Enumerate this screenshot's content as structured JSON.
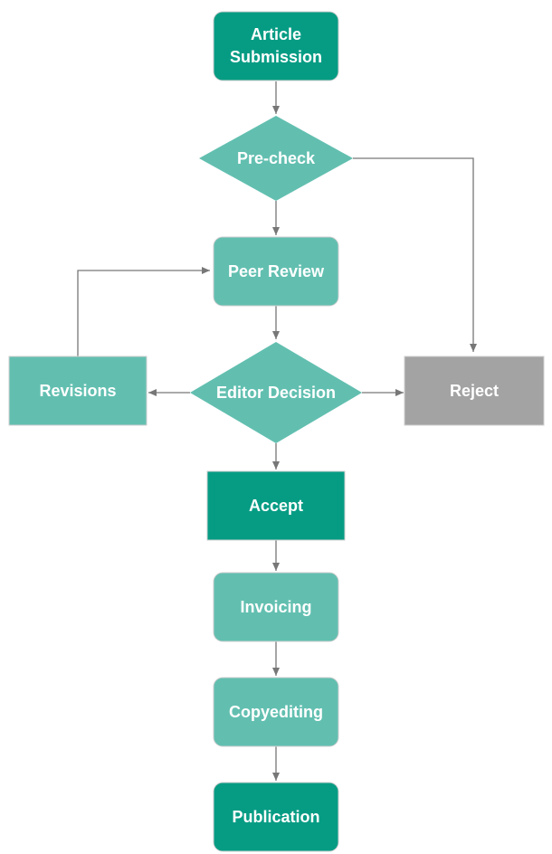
{
  "colors": {
    "dark_teal": "#069c84",
    "light_teal": "#62bfb0",
    "gray": "#a3a3a3",
    "connector": "#777777"
  },
  "nodes": {
    "article_submission": {
      "line1": "Article",
      "line2": "Submission"
    },
    "pre_check": "Pre-check",
    "peer_review": "Peer Review",
    "revisions": "Revisions",
    "editor_decision": "Editor Decision",
    "reject": "Reject",
    "accept": "Accept",
    "invoicing": "Invoicing",
    "copyediting": "Copyediting",
    "publication": "Publication"
  }
}
